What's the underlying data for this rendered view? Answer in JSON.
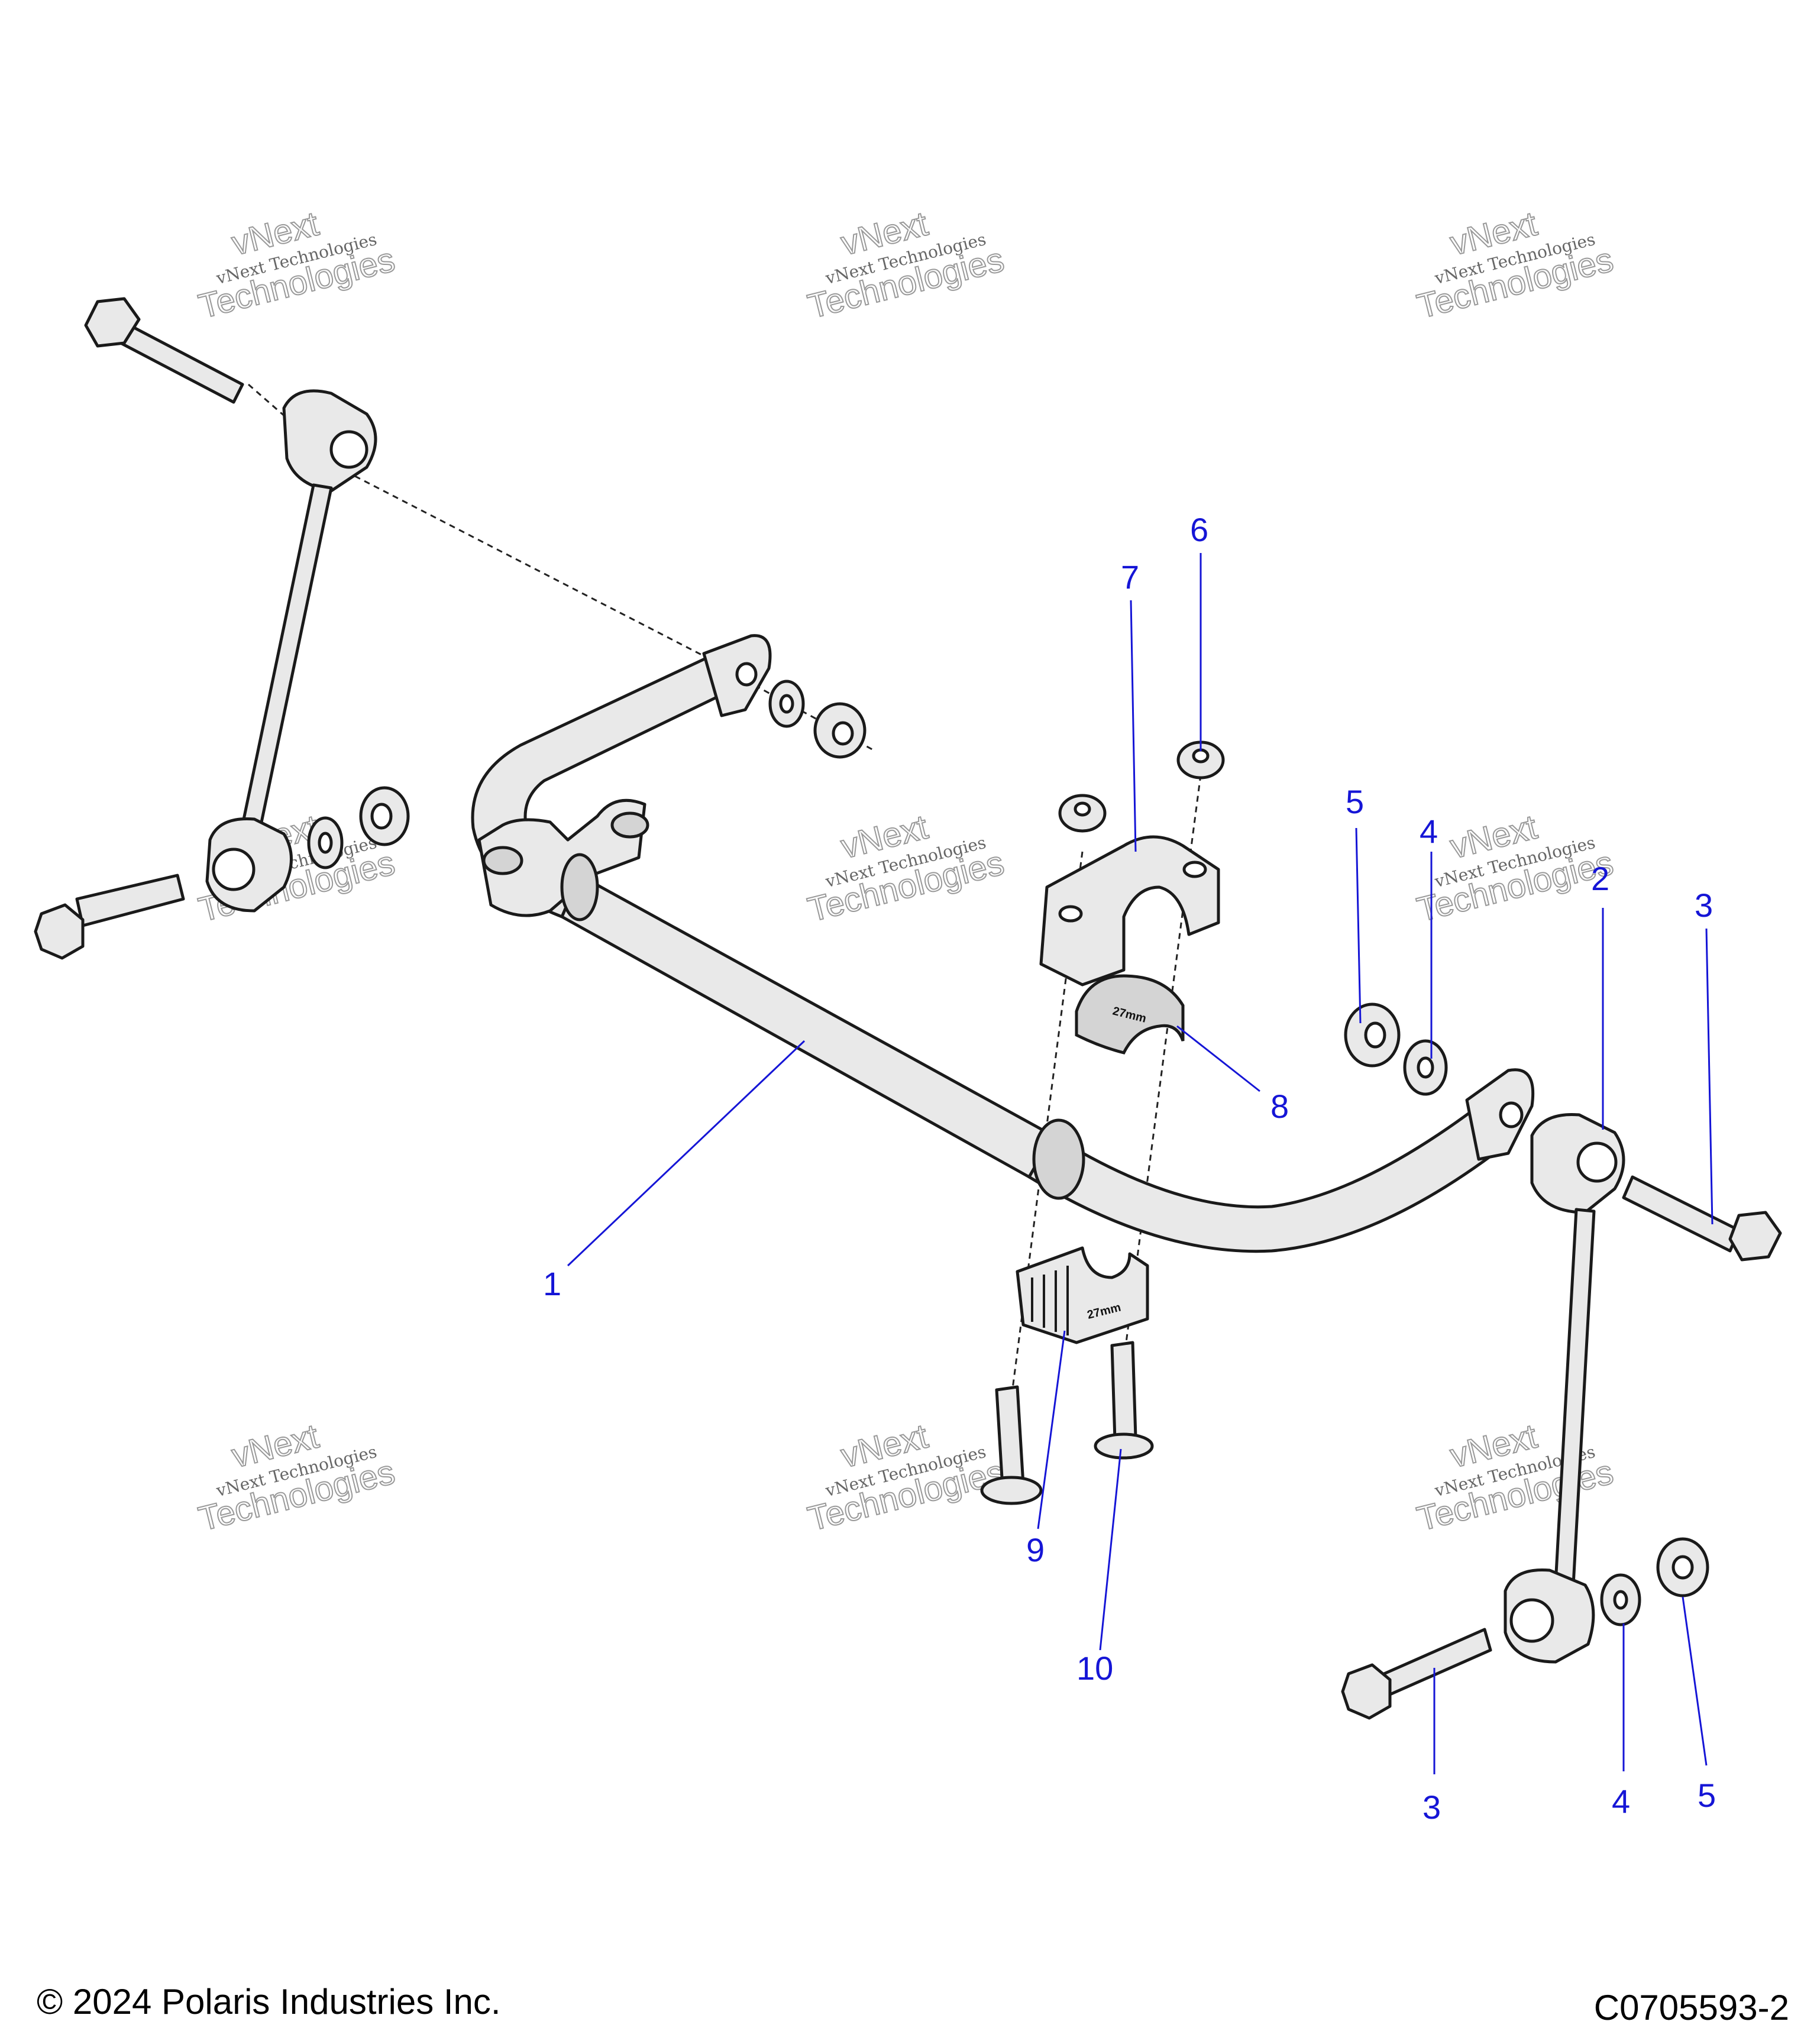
{
  "watermark": {
    "line1": "vNext",
    "line2": "Technologies",
    "line3": "vNext Technologies"
  },
  "callouts": {
    "c1": "1",
    "c2": "2",
    "c3a": "3",
    "c3b": "3",
    "c4a": "4",
    "c4b": "4",
    "c5a": "5",
    "c5b": "5",
    "c6": "6",
    "c7": "7",
    "c8": "8",
    "c9": "9",
    "c10": "10"
  },
  "bushing_marks": {
    "upper": "27mm",
    "lower": "27mm"
  },
  "footer": {
    "copyright": "© 2024 Polaris Industries Inc.",
    "drawing_number": "C0705593-2"
  },
  "colors": {
    "callout": "#1515d6",
    "line": "#1a1a1a",
    "part_fill": "#e9e9e9"
  }
}
